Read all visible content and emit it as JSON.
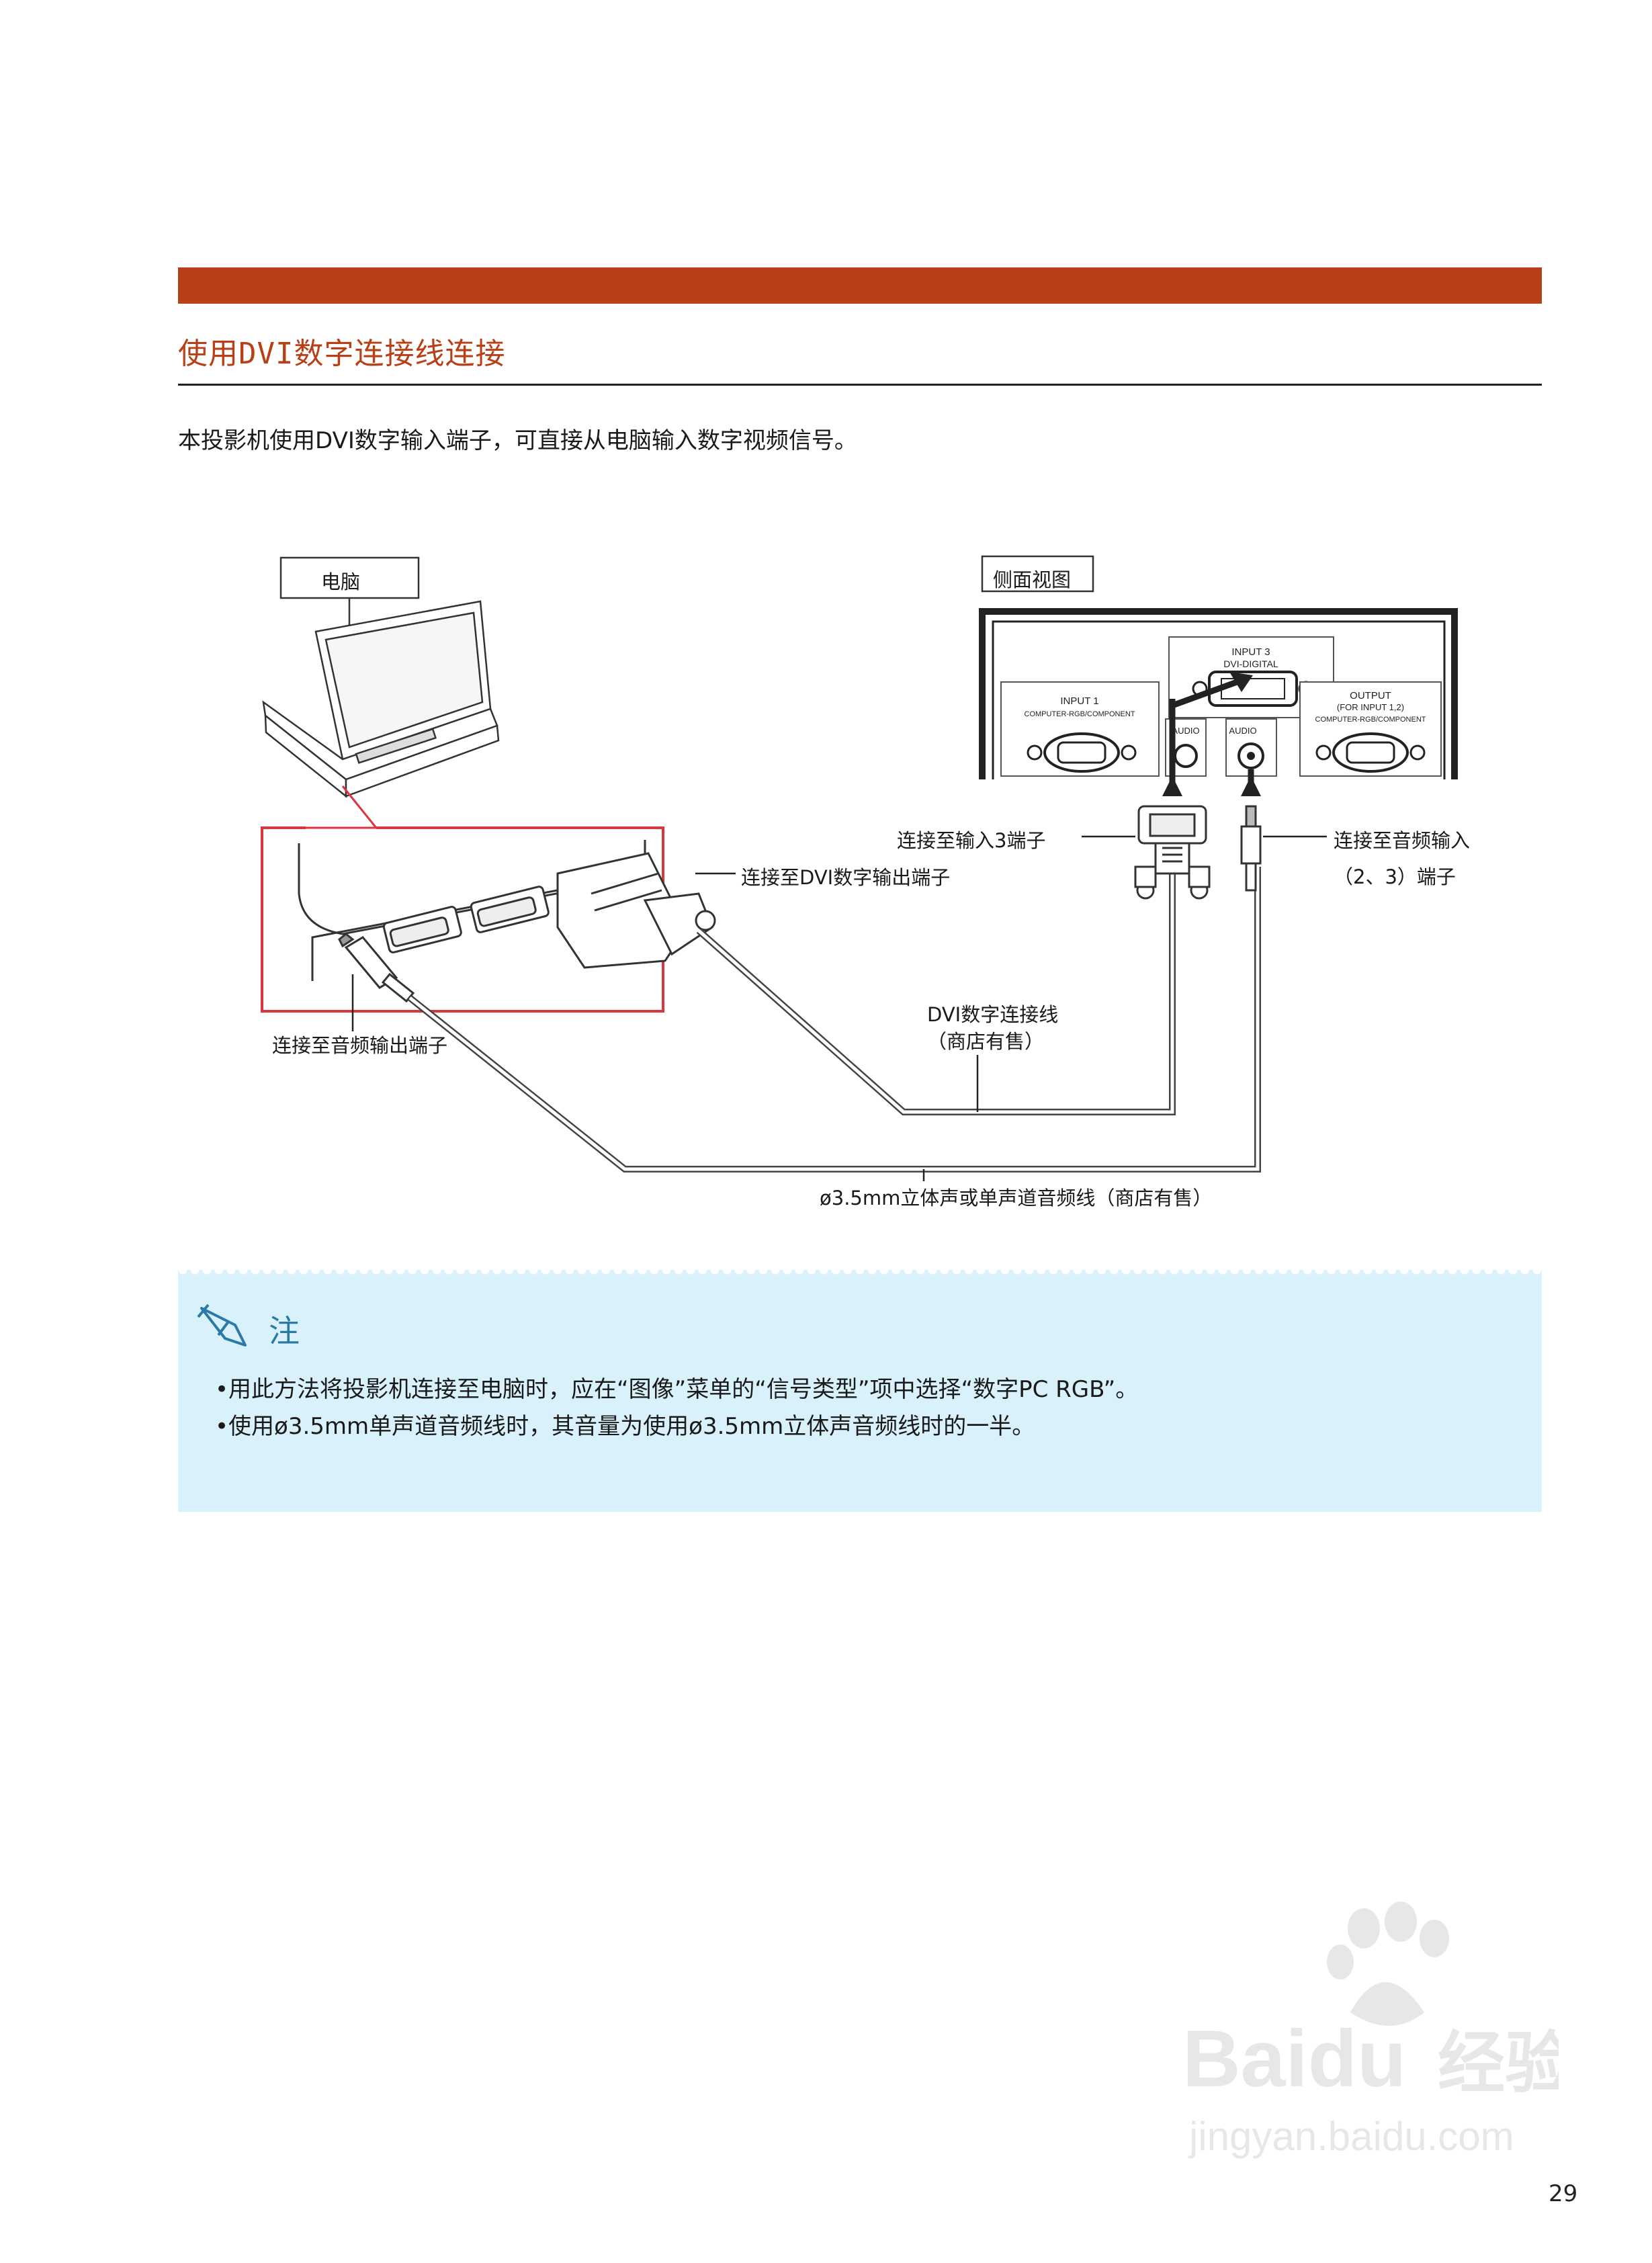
{
  "header": {
    "section_title": "使用DVI数字连接线连接",
    "intro": "本投影机使用DVI数字输入端子，可直接从电脑输入数字视频信号。"
  },
  "diagram": {
    "computer_label": "电脑",
    "side_view_label": "侧面视图",
    "port_input3": "INPUT 3",
    "port_input3_sub": "DVI-DIGITAL",
    "port_input1": "INPUT 1",
    "port_input1_sub": "COMPUTER-RGB/COMPONENT",
    "port_output": "OUTPUT",
    "port_output_sub1": "(FOR INPUT 1,2)",
    "port_output_sub2": "COMPUTER-RGB/COMPONENT",
    "port_audio_left": "AUDIO",
    "port_audio_right": "AUDIO",
    "callout_dvi_out": "连接至DVI数字输出端子",
    "callout_input3": "连接至输入3端子",
    "callout_audio_in_1": "连接至音频输入",
    "callout_audio_in_2": "（2、3）端子",
    "callout_audio_out": "连接至音频输出端子",
    "cable_dvi_1": "DVI数字连接线",
    "cable_dvi_2": "（商店有售）",
    "cable_audio": "ø3.5mm立体声或单声道音频线（商店有售）"
  },
  "note": {
    "title": "注",
    "lines": [
      "•用此方法将投影机连接至电脑时，应在“图像”菜单的“信号类型”项中选择“数字PC RGB”。",
      "•使用ø3.5mm单声道音频线时，其音量为使用ø3.5mm立体声音频线时的一半。"
    ]
  },
  "watermark": {
    "brand": "Baidu",
    "cn": "经验",
    "url": "jingyan.baidu.com"
  },
  "page_number": "29",
  "colors": {
    "accent": "#b94016",
    "note_bg": "#d9f1fb",
    "note_title": "#2b7aa6",
    "highlight_frame": "#d9363e"
  }
}
